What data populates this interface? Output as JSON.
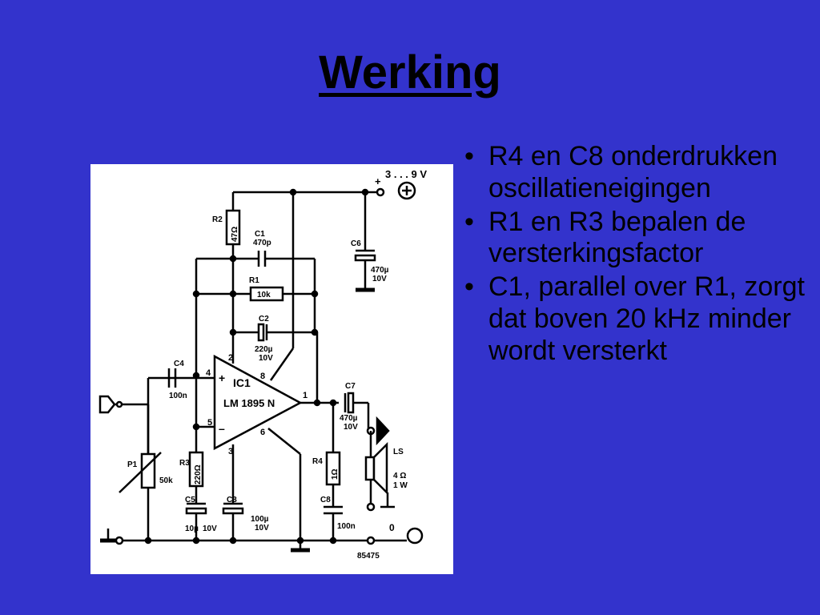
{
  "slide": {
    "title": "Werking",
    "bullets": [
      "R4 en C8 onderdrukken oscillatieneigingen",
      "R1 en R3 bepalen de versterkingsfactor",
      "C1, parallel over R1, zorgt dat boven 20 kHz minder wordt versterkt"
    ]
  },
  "schematic": {
    "supply_label": "3 . . . 9 V",
    "plus_sign": "+",
    "ground_terminal": "0",
    "ic_name": "IC1",
    "ic_type": "LM 1895 N",
    "pins": {
      "p1": "1",
      "p2": "2",
      "p3": "3",
      "p4": "4",
      "p5": "5",
      "p6": "6",
      "p8": "8",
      "plus": "+",
      "minus": "–"
    },
    "components": {
      "R1": {
        "name": "R1",
        "value": "10k"
      },
      "R2": {
        "name": "R2",
        "value": "47Ω"
      },
      "R3": {
        "name": "R3",
        "value": "220Ω"
      },
      "R4": {
        "name": "R4",
        "value": "1Ω"
      },
      "P1": {
        "name": "P1",
        "value": "50k"
      },
      "C1": {
        "name": "C1",
        "value": "470p"
      },
      "C2": {
        "name": "C2",
        "value": "220µ",
        "voltage": "10V"
      },
      "C3": {
        "name": "C3",
        "value": "100µ",
        "voltage": "10V"
      },
      "C4": {
        "name": "C4",
        "value": "100n"
      },
      "C5": {
        "name": "C5",
        "value": "10µ",
        "voltage": "10V"
      },
      "C6": {
        "name": "C6",
        "value": "470µ",
        "voltage": "10V"
      },
      "C7": {
        "name": "C7",
        "value": "470µ",
        "voltage": "10V"
      },
      "C8": {
        "name": "C8",
        "value": "100n"
      },
      "LS": {
        "name": "LS",
        "value": "4 Ω",
        "power": "1 W"
      }
    },
    "code": "85475"
  }
}
